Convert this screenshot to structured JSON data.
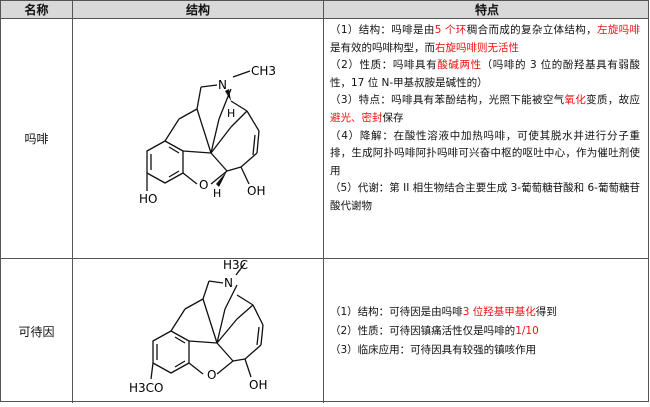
{
  "header": {
    "col_name": "名称",
    "col_structure": "结构",
    "col_features": "特点"
  },
  "morphine": {
    "name": "吗啡",
    "structure_labels": {
      "methyl": "CH3",
      "n": "N",
      "h_top": "H",
      "h_bottom": "H",
      "o_bridge": "O",
      "oh_left": "HO",
      "oh_right": "OH"
    },
    "f1": {
      "a": "（1）结构：吗啡是由",
      "b": "5 个环",
      "c": "稠合而成的复杂立体结构，",
      "d": "左旋吗啡",
      "e": "是有效的吗啡构型，而",
      "f": "右旋吗啡则无活性"
    },
    "f2": {
      "a": "（2）性质：吗啡具有",
      "b": "酸碱两性",
      "c": "（吗啡的 3 位的酚羟基具有弱酸性，17 位 N-甲基叔胺是碱性的）"
    },
    "f3": {
      "a": "（3）特点：吗啡具有苯酚结构，光照下能被空气",
      "b": "氧化",
      "c": "变质，故应",
      "d": "避光、密封",
      "e": "保存"
    },
    "f4": "（4）降解：在酸性溶液中加热吗啡，可使其脱水并进行分子重排，生成阿扑吗啡阿扑吗啡可兴奋中枢的呕吐中心，作为催吐剂使用",
    "f5": "（5）代谢：第 II 相生物结合主要生成 3-葡萄糖苷酸和 6-葡萄糖苷酸代谢物"
  },
  "codeine": {
    "name": "可待因",
    "structure_labels": {
      "methyl": "H3C",
      "n": "N",
      "o_bridge": "O",
      "ome": "H3CO",
      "oh_right": "OH"
    },
    "f1": {
      "a": "（1）结构：可待因是由吗啡",
      "b": "3 位羟基甲基化",
      "c": "得到"
    },
    "f2": {
      "a": "（2）性质：可待因镇痛活性仅是吗啡的",
      "b": "1/10"
    },
    "f3": "（3）临床应用：可待因具有较强的镇咳作用"
  }
}
